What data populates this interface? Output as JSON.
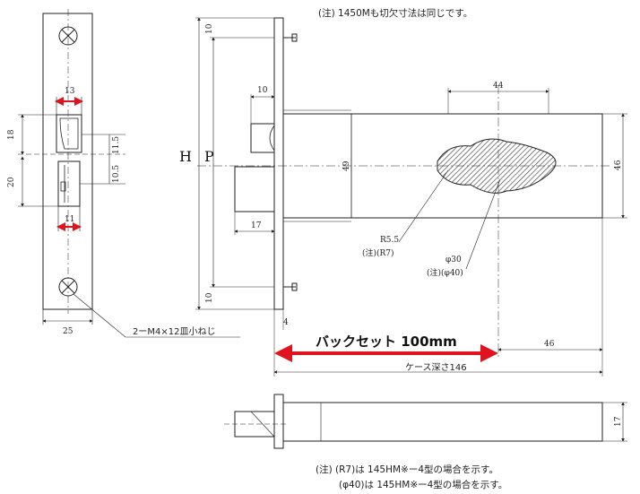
{
  "notes": {
    "top": "(注) 1450Mも切欠寸法は同じです。",
    "bottom_1": "(注) (R7)は 145HM※ー4型の場合を示す。",
    "bottom_2": "(φ40)は 145HM※ー4型の場合を示す。"
  },
  "labels": {
    "H": "H",
    "P": "P",
    "backset": "バックセット 100mm",
    "case_depth": "ケース深さ146",
    "screw": "2ーM4×12皿小ねじ",
    "r55": "R5.5",
    "r7": "(注)(R7)",
    "phi30": "φ30",
    "phi40": "(注)(φ40)"
  },
  "dims": {
    "front_13": "13",
    "front_11": "11",
    "front_18": "18",
    "front_20": "20",
    "front_11_5": "11.5",
    "front_10_5": "10.5",
    "front_25": "25",
    "side_10_top": "10",
    "side_10_bottom": "10",
    "side_10_latch": "10",
    "side_17": "17",
    "side_4": "4",
    "side_49": "49",
    "side_44": "44",
    "side_46_right": "46",
    "side_46_bottom": "46",
    "bottom_17": "17"
  },
  "colors": {
    "line": "#222222",
    "arrow_red": "#e0141e"
  }
}
